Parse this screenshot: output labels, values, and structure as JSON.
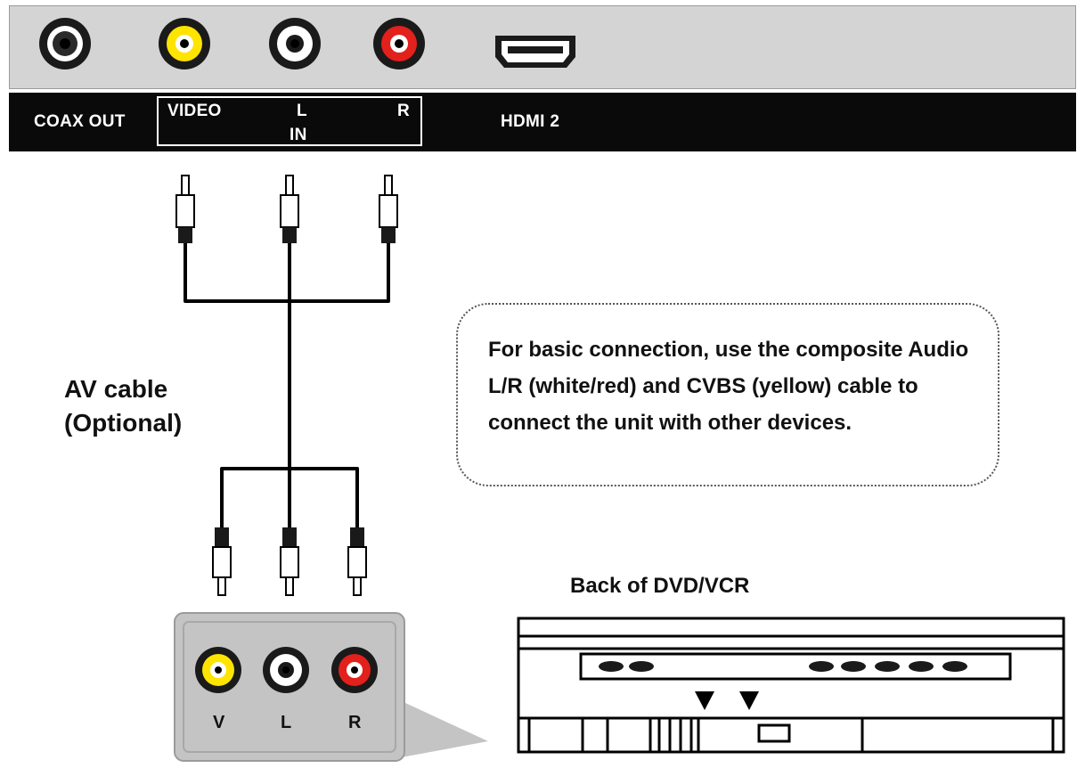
{
  "tv_panel": {
    "labels": {
      "coax": "COAX OUT",
      "video": "VIDEO",
      "l": "L",
      "r": "R",
      "in": "IN",
      "hdmi": "HDMI 2"
    }
  },
  "colors": {
    "yellow": "#ffe400",
    "red": "#e2201c",
    "white": "#ffffff",
    "panel": "#d4d4d4",
    "bar": "#0a0a0a"
  },
  "callout": {
    "text": "For basic connection, use the composite Audio L/R (white/red) and CVBS (yellow) cable to connect the unit with other devices."
  },
  "cable": {
    "label_line1": "AV cable",
    "label_line2": "(Optional)"
  },
  "device": {
    "title": "Back of DVD/VCR",
    "labels": {
      "v": "V",
      "l": "L",
      "r": "R"
    }
  }
}
